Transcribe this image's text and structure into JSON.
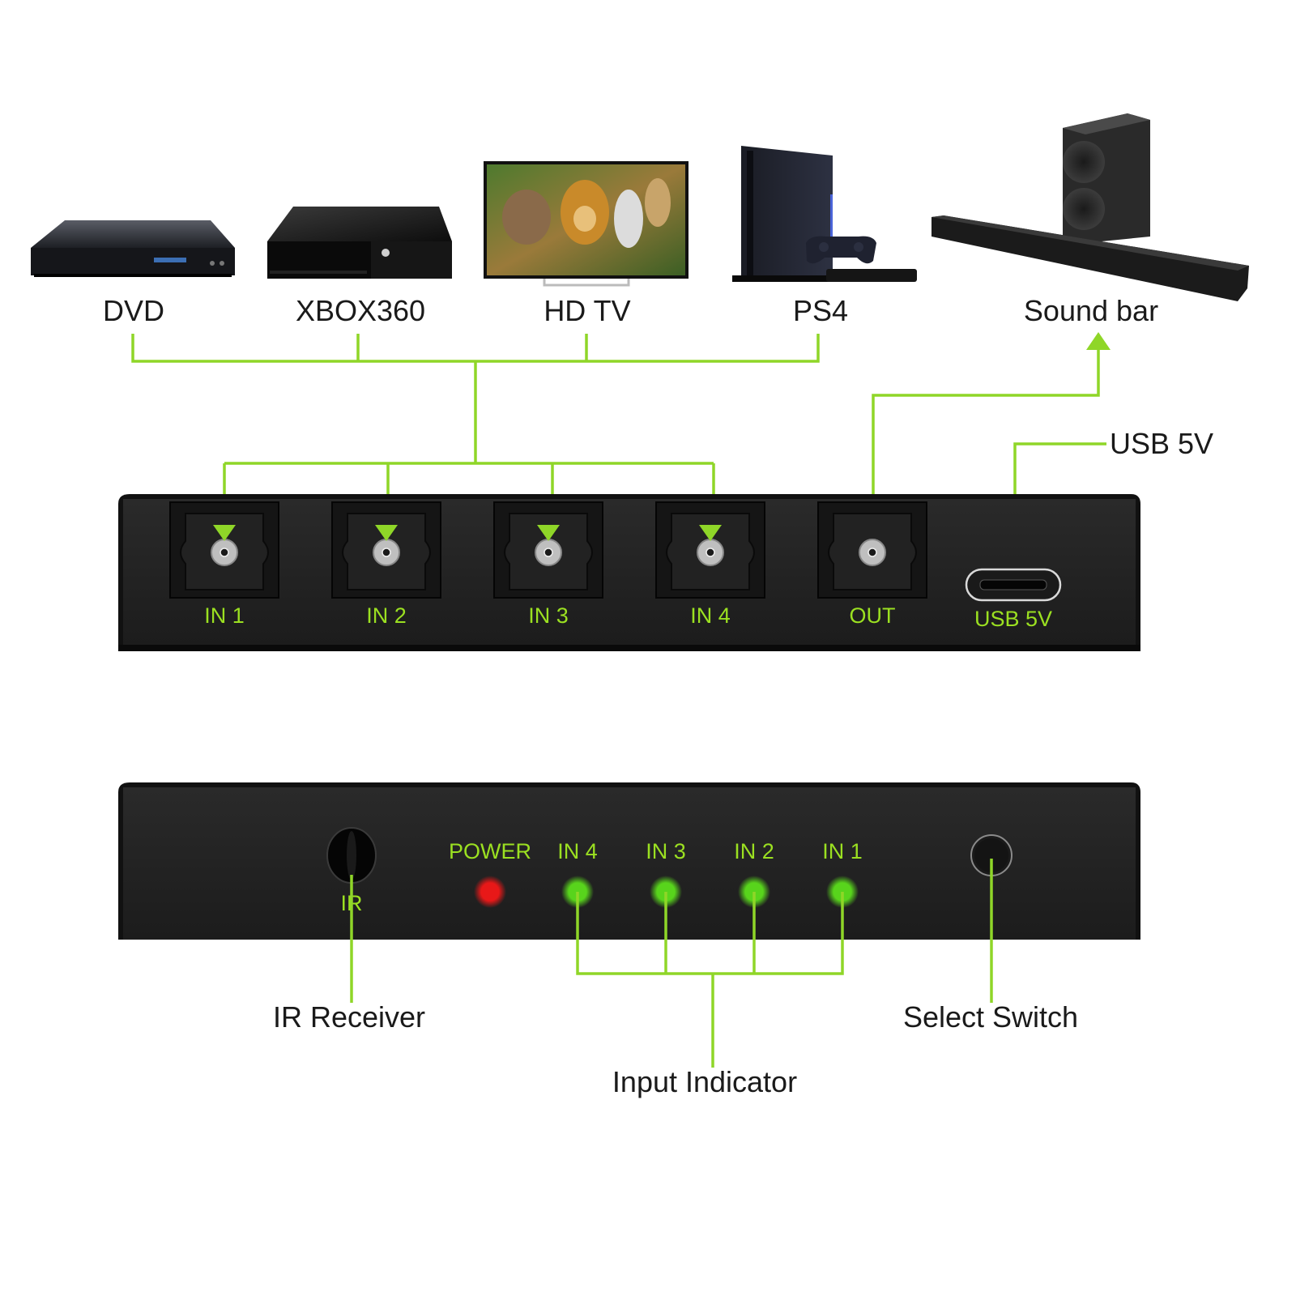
{
  "accent_color": "#8fd628",
  "led_on_color": "#58d41c",
  "power_led_color": "#e81818",
  "devices": [
    {
      "id": "dvd",
      "label": "DVD",
      "icon": "dvd-player-icon"
    },
    {
      "id": "xbox",
      "label": "XBOX360",
      "icon": "game-console-icon"
    },
    {
      "id": "tv",
      "label": "HD TV",
      "icon": "television-icon"
    },
    {
      "id": "ps4",
      "label": "PS4",
      "icon": "game-console-icon"
    },
    {
      "id": "soundbar",
      "label": "Sound bar",
      "icon": "soundbar-icon"
    }
  ],
  "rear_panel": {
    "ports": [
      {
        "label": "IN 1"
      },
      {
        "label": "IN 2"
      },
      {
        "label": "IN 3"
      },
      {
        "label": "IN 4"
      },
      {
        "label": "OUT"
      }
    ],
    "usb_label": "USB 5V",
    "usb_callout": "USB 5V"
  },
  "front_panel": {
    "ir_label": "IR",
    "power_label": "POWER",
    "indicators": [
      {
        "label": "IN 4"
      },
      {
        "label": "IN 3"
      },
      {
        "label": "IN 2"
      },
      {
        "label": "IN 1"
      }
    ]
  },
  "callouts": {
    "ir_receiver": "IR Receiver",
    "input_indicator": "Input Indicator",
    "select_switch": "Select Switch"
  }
}
